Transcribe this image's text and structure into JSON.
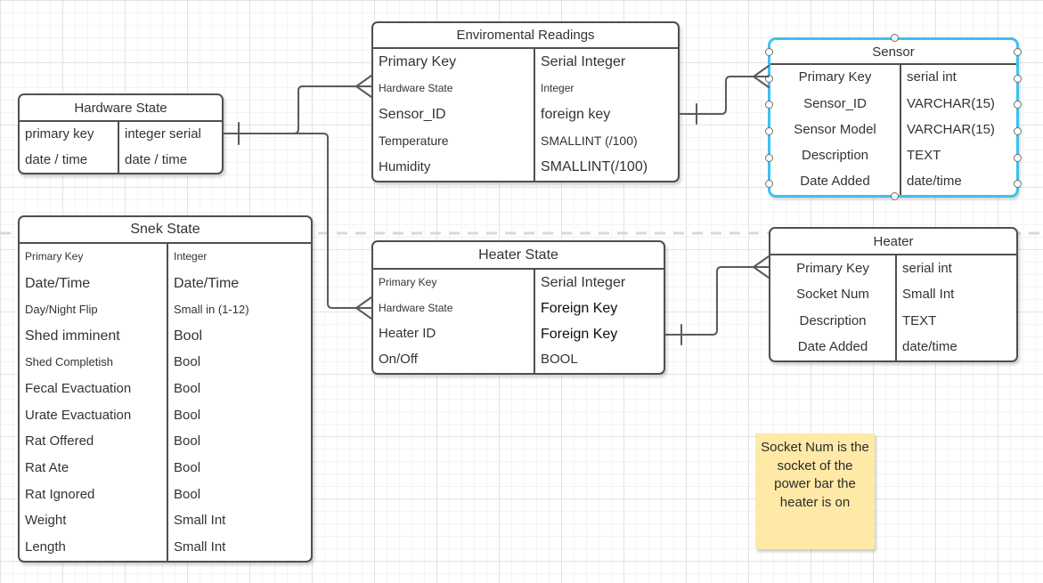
{
  "diagram": {
    "tables": {
      "hardware_state": {
        "title": "Hardware State",
        "rows": [
          {
            "field": "primary key",
            "type": "integer serial"
          },
          {
            "field": "date / time",
            "type": "date / time"
          }
        ]
      },
      "enviromental_readings": {
        "title": "Enviromental Readings",
        "rows": [
          {
            "field": "Primary Key",
            "type": "Serial Integer"
          },
          {
            "field": "Hardware State",
            "type": "Integer"
          },
          {
            "field": "Sensor_ID",
            "type": "foreign key"
          },
          {
            "field": "Temperature",
            "type": "SMALLINT (/100)"
          },
          {
            "field": "Humidity",
            "type": "SMALLINT(/100)"
          }
        ]
      },
      "sensor": {
        "title": "Sensor",
        "selected": true,
        "rows": [
          {
            "field": "Primary Key",
            "type": "serial int"
          },
          {
            "field": "Sensor_ID",
            "type": "VARCHAR(15)"
          },
          {
            "field": "Sensor Model",
            "type": "VARCHAR(15)"
          },
          {
            "field": "Description",
            "type": "TEXT"
          },
          {
            "field": "Date Added",
            "type": "date/time"
          }
        ]
      },
      "snek_state": {
        "title": "Snek State",
        "rows": [
          {
            "field": "Primary Key",
            "type": "Integer"
          },
          {
            "field": "Date/Time",
            "type": "Date/Time"
          },
          {
            "field": "Day/Night Flip",
            "type": "Small in (1-12)"
          },
          {
            "field": "Shed imminent",
            "type": "Bool"
          },
          {
            "field": "Shed Completish",
            "type": "Bool"
          },
          {
            "field": "Fecal Evactuation",
            "type": "Bool"
          },
          {
            "field": "Urate Evactuation",
            "type": "Bool"
          },
          {
            "field": "Rat Offered",
            "type": "Bool"
          },
          {
            "field": "Rat Ate",
            "type": "Bool"
          },
          {
            "field": "Rat Ignored",
            "type": "Bool"
          },
          {
            "field": "Weight",
            "type": "Small Int"
          },
          {
            "field": "Length",
            "type": "Small Int"
          }
        ]
      },
      "heater_state": {
        "title": "Heater State",
        "rows": [
          {
            "field": "Primary Key",
            "type": "Serial Integer"
          },
          {
            "field": "Hardware State",
            "type": "Foreign Key"
          },
          {
            "field": "Heater ID",
            "type": "Foreign Key"
          },
          {
            "field": "On/Off",
            "type": "BOOL"
          }
        ]
      },
      "heater": {
        "title": "Heater",
        "rows": [
          {
            "field": "Primary Key",
            "type": "serial int"
          },
          {
            "field": "Socket Num",
            "type": "Small Int"
          },
          {
            "field": "Description",
            "type": "TEXT"
          },
          {
            "field": "Date Added",
            "type": "date/time"
          }
        ]
      }
    },
    "note": {
      "text": "Socket Num is the socket of the power bar the heater is on"
    },
    "connections": [
      {
        "from": "Hardware State",
        "to": "Enviromental Readings",
        "to_field": "Hardware State",
        "from_cardinality": "one",
        "to_cardinality": "many"
      },
      {
        "from": "Hardware State",
        "to": "Heater State",
        "to_field": "Hardware State",
        "from_cardinality": "one",
        "to_cardinality": "many"
      },
      {
        "from": "Enviromental Readings",
        "from_field": "Sensor_ID",
        "to": "Sensor",
        "to_field": "Primary Key",
        "from_cardinality": "one",
        "to_cardinality": "many"
      },
      {
        "from": "Heater State",
        "from_field": "Heater ID",
        "to": "Heater",
        "to_field": "Primary Key",
        "from_cardinality": "one",
        "to_cardinality": "many"
      }
    ],
    "colors": {
      "table_border": "#4f4f4f",
      "connector": "#5b5b5b",
      "selection_accent": "#3fc0f0",
      "note_fill": "#ffe9a7",
      "dashed_guide": "#d9d9d9"
    }
  }
}
